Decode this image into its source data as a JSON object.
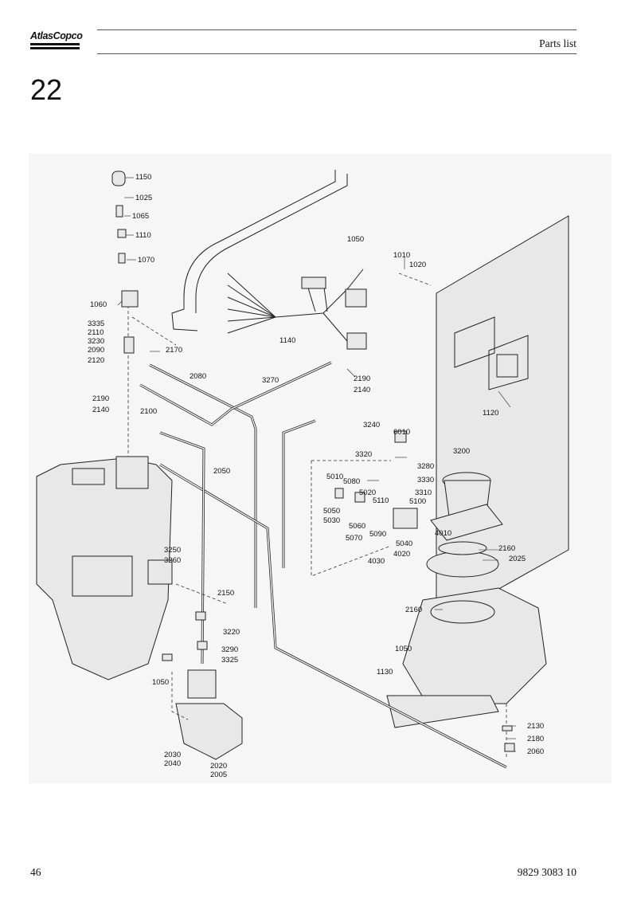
{
  "header": {
    "logo_text": "AtlasCopco",
    "section": "Parts list",
    "chapter": "22"
  },
  "footer": {
    "page": "46",
    "doc_number": "9829 3083 10"
  },
  "diagram": {
    "part_labels": [
      "1150",
      "1025",
      "1065",
      "1110",
      "1070",
      "1060",
      "3335",
      "2110",
      "3230",
      "2090",
      "2120",
      "2170",
      "2080",
      "3270",
      "2190",
      "2140",
      "2190",
      "2140",
      "2100",
      "2050",
      "1050",
      "1140",
      "1010",
      "1020",
      "1120",
      "3240",
      "6010",
      "3320",
      "3280",
      "3200",
      "3330",
      "5010",
      "5080",
      "5020",
      "5110",
      "3310",
      "5100",
      "5050",
      "5030",
      "5060",
      "5070",
      "5090",
      "5040",
      "4010",
      "4020",
      "4030",
      "2160",
      "2025",
      "2160",
      "3250",
      "3260",
      "2150",
      "3220",
      "3290",
      "3325",
      "1050",
      "1050",
      "1130",
      "2130",
      "2180",
      "2060",
      "2030",
      "2040",
      "2020",
      "2005"
    ]
  }
}
